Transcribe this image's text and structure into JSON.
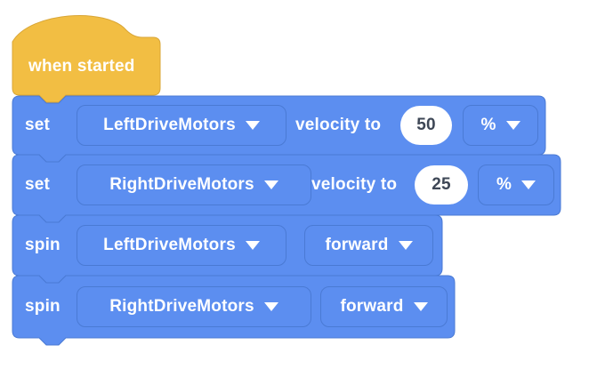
{
  "palette": {
    "block_fill": "#5C8EF0",
    "block_border": "#4A7AD4",
    "hat_fill": "#F2BE43",
    "hat_border": "#D9A637",
    "block_text": "#FFFFFF",
    "input_text": "#3E4756",
    "input_fill": "#FFFFFF",
    "background": "#FFFFFF"
  },
  "icons": {
    "dropdown_arrow": "▼"
  },
  "script": {
    "hat": {
      "label": "when started"
    },
    "blocks": [
      {
        "opcode": "set-velocity",
        "label": "set",
        "motor": "LeftDriveMotors",
        "mid_label": "velocity to",
        "value": "50",
        "unit": "%"
      },
      {
        "opcode": "set-velocity",
        "label": "set",
        "motor": "RightDriveMotors",
        "mid_label": "velocity to",
        "value": "25",
        "unit": "%"
      },
      {
        "opcode": "spin",
        "label": "spin",
        "motor": "LeftDriveMotors",
        "direction": "forward"
      },
      {
        "opcode": "spin",
        "label": "spin",
        "motor": "RightDriveMotors",
        "direction": "forward"
      }
    ]
  }
}
